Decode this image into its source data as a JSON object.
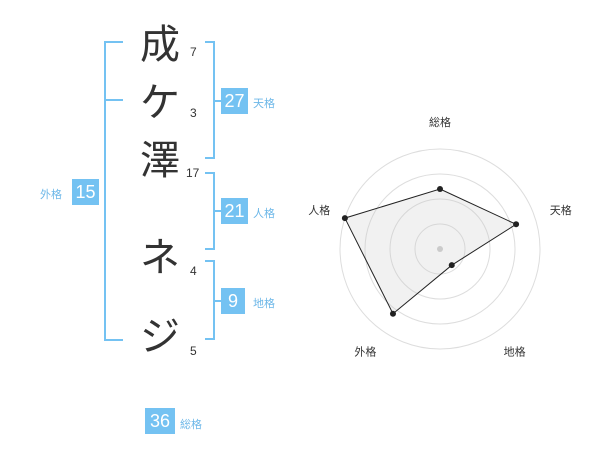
{
  "name": {
    "chars": [
      {
        "char": "成",
        "strokes": "7"
      },
      {
        "char": "ケ",
        "strokes": "3"
      },
      {
        "char": "澤",
        "strokes": "17"
      },
      {
        "char": "ネ",
        "strokes": "4"
      },
      {
        "char": "ジ",
        "strokes": "5"
      }
    ]
  },
  "fortune": {
    "tenkaku": {
      "value": "27",
      "label": "天格"
    },
    "jinkaku": {
      "value": "21",
      "label": "人格"
    },
    "chikaku": {
      "value": "9",
      "label": "地格"
    },
    "gaikaku": {
      "value": "15",
      "label": "外格"
    },
    "soukaku": {
      "value": "36",
      "label": "総格"
    }
  },
  "colors": {
    "accent": "#74c2f2",
    "accent_text": "#6cb7e8",
    "text": "#333333"
  },
  "chart_data": {
    "type": "radar",
    "axes": [
      "総格",
      "天格",
      "地格",
      "外格",
      "人格"
    ],
    "values": [
      3,
      4,
      1,
      4,
      5
    ],
    "max": 5,
    "rings": 4
  }
}
